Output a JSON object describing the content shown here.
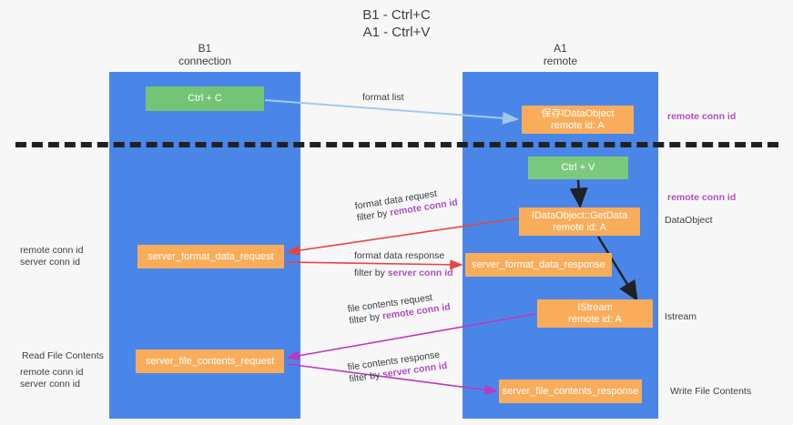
{
  "title": {
    "line1": "B1 - Ctrl+C",
    "line2": "A1 - Ctrl+V"
  },
  "lanes": [
    {
      "id": "b1",
      "title": "B1",
      "subtitle": "connection",
      "color": "#4a86e8"
    },
    {
      "id": "a1",
      "title": "A1",
      "subtitle": "remote",
      "color": "#4a86e8"
    }
  ],
  "boxes": {
    "ctrl_c": {
      "line1": "Ctrl + C",
      "color": "#74c476"
    },
    "ctrl_v": {
      "line1": "Ctrl + V",
      "color": "#74c476"
    },
    "idataobject": {
      "line1": "保存IDataObject",
      "line2": "remote id: A",
      "color": "#f9ad5a"
    },
    "getdata": {
      "line1": "IDataObject::GetData",
      "line2": "remote id: A",
      "color": "#f9ad5a"
    },
    "istream": {
      "line1": "IStream",
      "line2": "remote id: A",
      "color": "#f9ad5a"
    },
    "server_format_data_request": {
      "line1": "server_format_data_request",
      "color": "#f9ad5a"
    },
    "server_format_data_response": {
      "line1": "server_format_data_response",
      "color": "#f9ad5a"
    },
    "server_file_contents_request": {
      "line1": "server_file_contents_request",
      "color": "#f9ad5a"
    },
    "server_file_contents_response": {
      "line1": "server_file_contents_response",
      "color": "#f9ad5a"
    }
  },
  "edge_labels": {
    "format_list": "format list",
    "format_data_request": "format data request",
    "format_data_request_filter_prefix": "filter by ",
    "format_data_request_filter_key": "remote conn id",
    "format_data_response": "format data response",
    "format_data_response_filter_prefix": "filter by ",
    "format_data_response_filter_key": "server conn id",
    "file_contents_request": "file contents request",
    "file_contents_request_filter_prefix": "filter by ",
    "file_contents_request_filter_key": "remote conn id",
    "file_contents_response": "file contents response",
    "file_contents_response_filter_prefix": "filter by ",
    "file_contents_response_filter_key": "server conn id"
  },
  "side_labels": {
    "remote_conn_id_top": "remote conn id",
    "remote_conn_id_mid": "remote conn id",
    "dataobject": "DataObject",
    "istream": "Istream",
    "write_file_contents": "Write File Contents",
    "read_file_contents": "Read File Contents",
    "remote_conn_id_left_a": "remote conn id",
    "server_conn_id_left_a": "server conn id",
    "remote_conn_id_left_b": "remote conn id",
    "server_conn_id_left_b": "server conn id"
  },
  "colors": {
    "lane": "#4a86e8",
    "green_box": "#74c476",
    "orange_box": "#f9ad5a",
    "purple_key": "#b14fc5",
    "green_key": "#5aa469",
    "arrow_light_blue": "#a4c8ec",
    "arrow_red": "#e8453c",
    "arrow_magenta": "#c036c0",
    "arrow_black": "#202124",
    "divider": "#202124",
    "background": "#f7f7f7",
    "text": "#3c4043"
  }
}
